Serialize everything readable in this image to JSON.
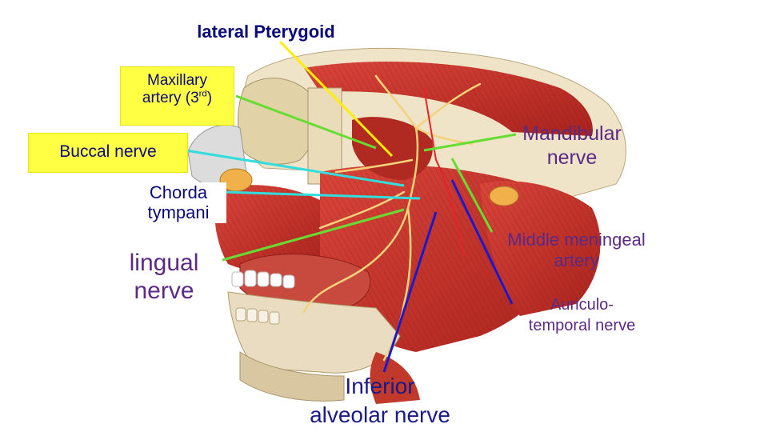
{
  "labels": {
    "lateral_pterygoid": "lateral Pterygoid",
    "maxillary_artery_line1": "Maxillary",
    "maxillary_artery_line2": "artery (3",
    "maxillary_artery_sup": "rd",
    "maxillary_artery_close": ")",
    "buccal_nerve": "Buccal nerve",
    "chorda_tympani_line1": "Chorda",
    "chorda_tympani_line2": "tympani",
    "lingual_nerve_line1": "lingual",
    "lingual_nerve_line2": "nerve",
    "mandibular_nerve_line1": "Mandibular",
    "mandibular_nerve_line2": "nerve",
    "middle_meningeal_line1": "Middle meningeal",
    "middle_meningeal_line2": "artery",
    "auriculotemporal_line1": "Auriculo-",
    "auriculotemporal_line2": "temporal nerve",
    "inferior_alveolar_line1": "Inferior",
    "inferior_alveolar_line2": "alveolar nerve"
  },
  "colors": {
    "label_dark_blue": "#0a0a7a",
    "label_green": "#1a7a1a",
    "label_purple": "#5a2a86",
    "highlight": "#ffff44",
    "pointer_yellow": "#ffee00",
    "pointer_green": "#66dd33",
    "pointer_cyan": "#33dddd",
    "pointer_blue": "#1a1acc",
    "muscle_red": "#c8352b",
    "bone": "#e9dcc0",
    "nerve_yellow": "#f2d27a"
  }
}
